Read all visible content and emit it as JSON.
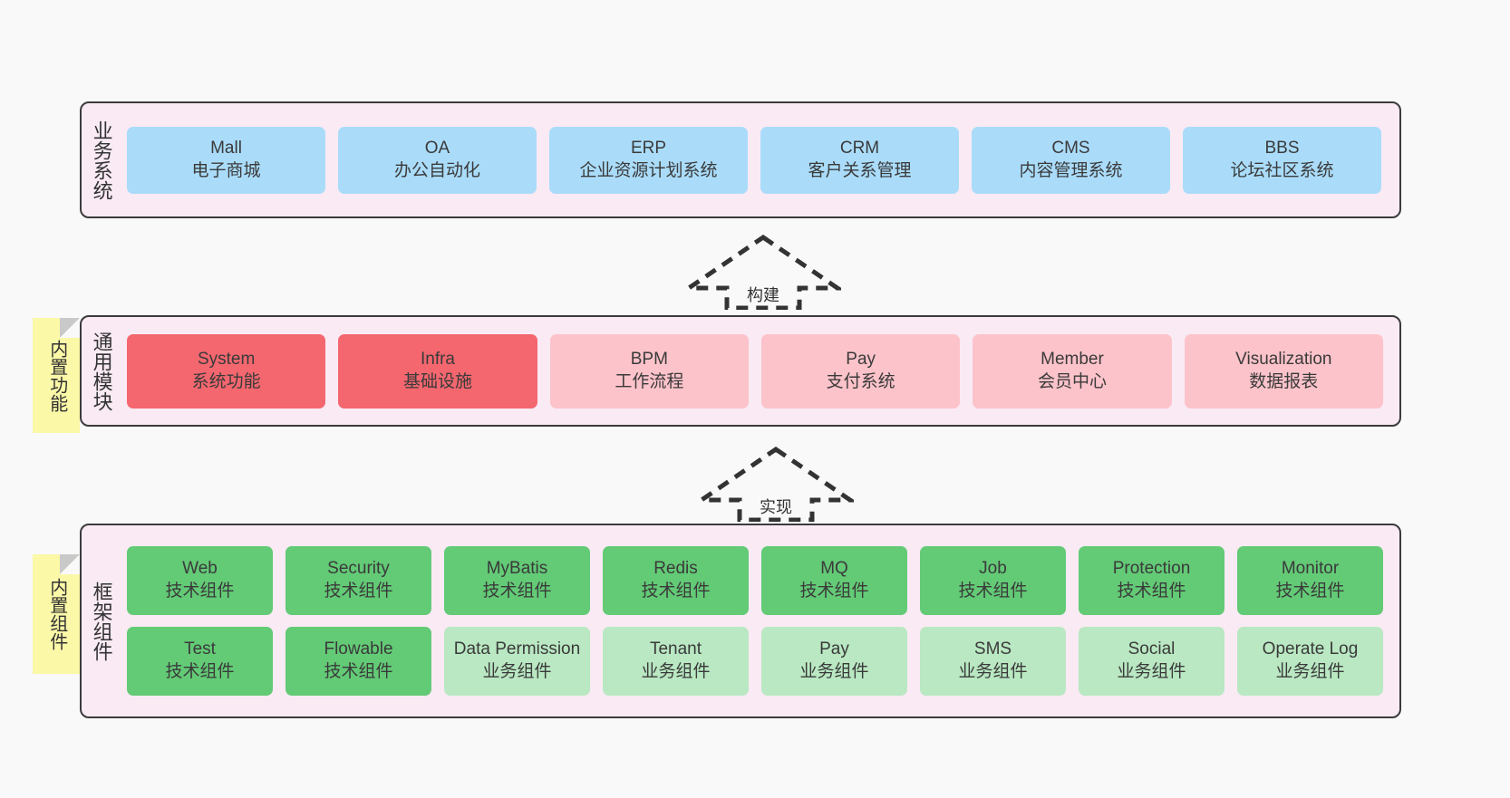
{
  "diagram": {
    "background_color": "#f9f9f9",
    "layer_background": "#f9eaf4",
    "layer_border": "#3b3b3b",
    "sticky_color": "#fbf8a8"
  },
  "layers": [
    {
      "id": "business",
      "label": "业务系统",
      "accent": "#aadcfa",
      "rows": [
        {
          "cards": [
            {
              "t1": "Mall",
              "t2": "电子商城"
            },
            {
              "t1": "OA",
              "t2": "办公自动化"
            },
            {
              "t1": "ERP",
              "t2": "企业资源计划系统"
            },
            {
              "t1": "CRM",
              "t2": "客户关系管理"
            },
            {
              "t1": "CMS",
              "t2": "内容管理系统"
            },
            {
              "t1": "BBS",
              "t2": "论坛社区系统"
            }
          ]
        }
      ]
    },
    {
      "id": "modules",
      "label": "通用模块",
      "sticky": "内置功能",
      "accent_strong": "#f4676f",
      "accent_soft": "#fcc3ca",
      "rows": [
        {
          "cards": [
            {
              "t1": "System",
              "t2": "系统功能",
              "style": "red"
            },
            {
              "t1": "Infra",
              "t2": "基础设施",
              "style": "red"
            },
            {
              "t1": "BPM",
              "t2": "工作流程",
              "style": "pink"
            },
            {
              "t1": "Pay",
              "t2": "支付系统",
              "style": "pink"
            },
            {
              "t1": "Member",
              "t2": "会员中心",
              "style": "pink"
            },
            {
              "t1": "Visualization",
              "t2": "数据报表",
              "style": "pink"
            }
          ]
        }
      ]
    },
    {
      "id": "frame",
      "label": "框架组件",
      "sticky": "内置组件",
      "accent_strong": "#63ca76",
      "accent_soft": "#b9e8c2",
      "rows": [
        {
          "cards": [
            {
              "t1": "Web",
              "t2": "技术组件",
              "style": "green"
            },
            {
              "t1": "Security",
              "t2": "技术组件",
              "style": "green"
            },
            {
              "t1": "MyBatis",
              "t2": "技术组件",
              "style": "green"
            },
            {
              "t1": "Redis",
              "t2": "技术组件",
              "style": "green"
            },
            {
              "t1": "MQ",
              "t2": "技术组件",
              "style": "green"
            },
            {
              "t1": "Job",
              "t2": "技术组件",
              "style": "green"
            },
            {
              "t1": "Protection",
              "t2": "技术组件",
              "style": "green"
            },
            {
              "t1": "Monitor",
              "t2": "技术组件",
              "style": "green"
            }
          ]
        },
        {
          "cards": [
            {
              "t1": "Test",
              "t2": "技术组件",
              "style": "green"
            },
            {
              "t1": "Flowable",
              "t2": "技术组件",
              "style": "green"
            },
            {
              "t1": "Data Permission",
              "t2": "业务组件",
              "style": "lightgreen"
            },
            {
              "t1": "Tenant",
              "t2": "业务组件",
              "style": "lightgreen"
            },
            {
              "t1": "Pay",
              "t2": "业务组件",
              "style": "lightgreen"
            },
            {
              "t1": "SMS",
              "t2": "业务组件",
              "style": "lightgreen"
            },
            {
              "t1": "Social",
              "t2": "业务组件",
              "style": "lightgreen"
            },
            {
              "t1": "Operate Log",
              "t2": "业务组件",
              "style": "lightgreen"
            }
          ]
        }
      ]
    }
  ],
  "arrows": [
    {
      "id": "build",
      "label": "构建",
      "direction": "up",
      "style": "dashed"
    },
    {
      "id": "impl",
      "label": "实现",
      "direction": "up",
      "style": "dashed"
    }
  ]
}
